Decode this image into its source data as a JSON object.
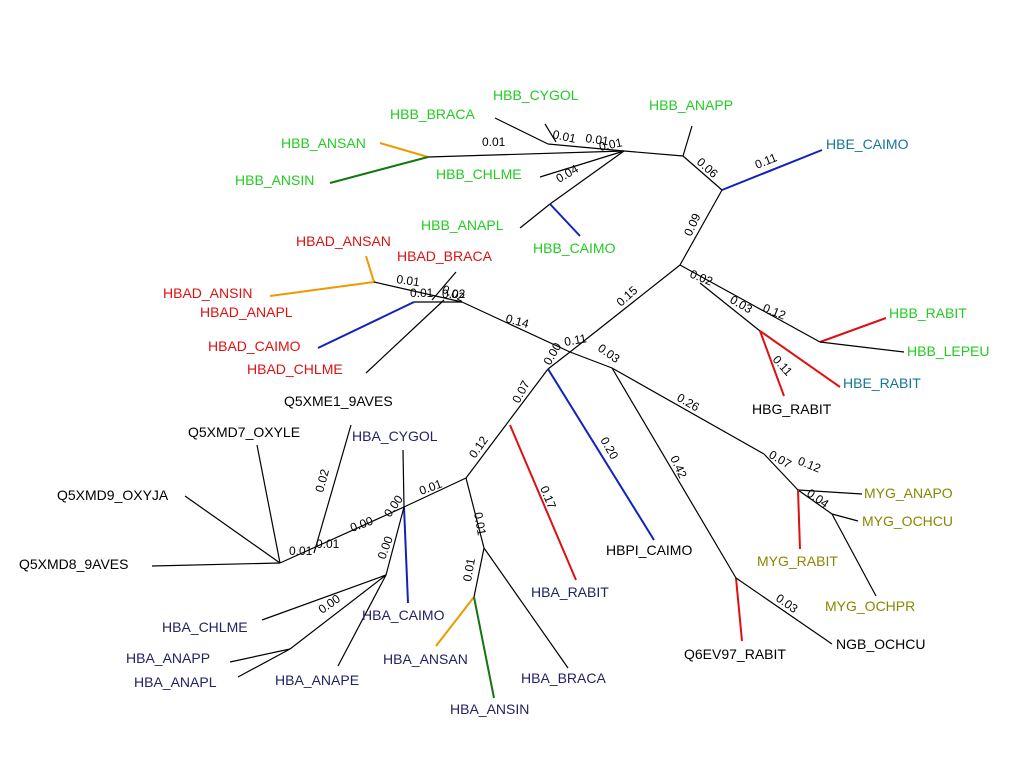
{
  "colors": {
    "black": "#000000",
    "green": "#22cc22",
    "red": "#dd1111",
    "teal": "#117799",
    "navy": "#222266",
    "olive": "#888800",
    "orange": "#ee9900",
    "darkgreen": "#117711",
    "blue": "#1122bb"
  },
  "taxa": {
    "HBB_CYGOL": "HBB_CYGOL",
    "HBB_BRACA": "HBB_BRACA",
    "HBB_ANAPP": "HBB_ANAPP",
    "HBB_ANSAN": "HBB_ANSAN",
    "HBE_CAIMO": "HBE_CAIMO",
    "HBB_ANSIN": "HBB_ANSIN",
    "HBB_CHLME": "HBB_CHLME",
    "HBB_ANAPL": "HBB_ANAPL",
    "HBB_CAIMO": "HBB_CAIMO",
    "HBAD_ANSAN": "HBAD_ANSAN",
    "HBAD_BRACA": "HBAD_BRACA",
    "HBAD_ANSIN": "HBAD_ANSIN",
    "HBAD_ANAPL": "HBAD_ANAPL",
    "HBAD_CAIMO": "HBAD_CAIMO",
    "HBAD_CHLME": "HBAD_CHLME",
    "HBB_RABIT": "HBB_RABIT",
    "HBB_LEPEU": "HBB_LEPEU",
    "HBE_RABIT": "HBE_RABIT",
    "HBG_RABIT": "HBG_RABIT",
    "Q5XME1_9AVES": "Q5XME1_9AVES",
    "Q5XMD7_OXYLE": "Q5XMD7_OXYLE",
    "HBA_CYGOL": "HBA_CYGOL",
    "MYG_ANAPO": "MYG_ANAPO",
    "Q5XMD9_OXYJA": "Q5XMD9_OXYJA",
    "MYG_OCHCU": "MYG_OCHCU",
    "HBPI_CAIMO": "HBPI_CAIMO",
    "Q5XMD8_9AVES": "Q5XMD8_9AVES",
    "MYG_RABIT": "MYG_RABIT",
    "HBA_RABIT": "HBA_RABIT",
    "MYG_OCHPR": "MYG_OCHPR",
    "HBA_CAIMO": "HBA_CAIMO",
    "HBA_CHLME": "HBA_CHLME",
    "NGB_OCHCU": "NGB_OCHCU",
    "HBA_ANAPP": "HBA_ANAPP",
    "Q6EV97_RABIT": "Q6EV97_RABIT",
    "HBA_ANSAN": "HBA_ANSAN",
    "HBA_ANAPL": "HBA_ANAPL",
    "HBA_ANAPE": "HBA_ANAPE",
    "HBA_BRACA": "HBA_BRACA",
    "HBA_ANSIN": "HBA_ANSIN"
  },
  "lengths": {
    "b_ansan_0.01": "0.01",
    "b_cygol_0.01": "0.01",
    "b_braca_0.01": "0.01",
    "b_anapp_0.01": "0.01",
    "b_chlme_0.04": "0.04",
    "hbe_caimo_0.11": "0.11",
    "b_clade_0.06": "0.06",
    "b_stem_0.09": "0.09",
    "ad_ansin_0.01": "0.01",
    "ad_braca_0.02": "0.02",
    "ad_caimo_0.01": "0.01",
    "ad_chlme_0.02": "0.02",
    "ad_stem_0.14": "0.14",
    "root_0.15": "0.15",
    "rab_0.02": "0.02",
    "rab_0.03": "0.03",
    "rab_0.12": "0.12",
    "hbe_rabit_0.11": "0.11",
    "root_0.00": "0.00",
    "root_0.11": "0.11",
    "root_0.03": "0.03",
    "myg_stem_0.26": "0.26",
    "a_stem_0.07": "0.07",
    "hbpi_0.20": "0.20",
    "ngb_0.42": "0.42",
    "a_0.12": "0.12",
    "hba_rabit_0.17": "0.17",
    "myg_0.07": "0.07",
    "myg_0.12": "0.12",
    "myg_0.04": "0.04",
    "q5_0.02": "0.02",
    "a_0.01": "0.01",
    "a_braca_0.01": "0.01",
    "a_inner_0.00a": "0.00",
    "a_inner_0.00b": "0.00",
    "q5_0.01a": "0.01",
    "q5_0.01b": "0.01",
    "a_ansan_0.01": "0.01",
    "a_inner_0.00c": "0.00",
    "a_anapp_0.00": "0.00",
    "ngb_0.03": "0.03"
  }
}
